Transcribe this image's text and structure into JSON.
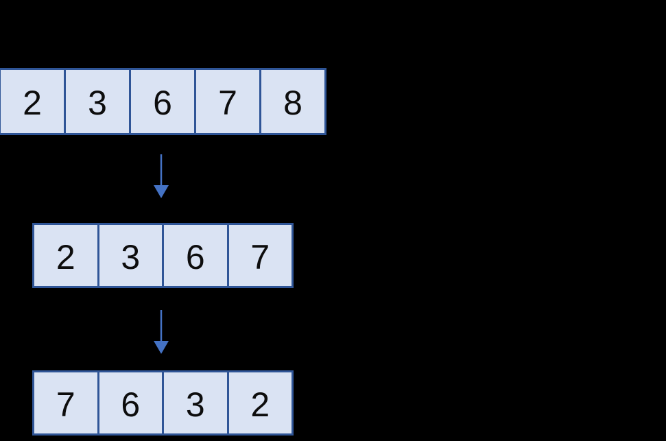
{
  "diagram": {
    "description": "array-transformation-diagram",
    "colors": {
      "background": "#000000",
      "cell_fill": "#dae3f3",
      "cell_border": "#2f5597",
      "arrow_color": "#4472c4",
      "text_color": "#0d0d0d"
    },
    "rows": [
      {
        "name": "top-array",
        "values": [
          "2",
          "3",
          "6",
          "7",
          "8"
        ]
      },
      {
        "name": "middle-array",
        "values": [
          "2",
          "3",
          "6",
          "7"
        ]
      },
      {
        "name": "bottom-array",
        "values": [
          "7",
          "6",
          "3",
          "2"
        ]
      }
    ],
    "arrows": [
      {
        "name": "arrow-top-to-middle",
        "direction": "down"
      },
      {
        "name": "arrow-middle-to-bottom",
        "direction": "down"
      }
    ]
  }
}
